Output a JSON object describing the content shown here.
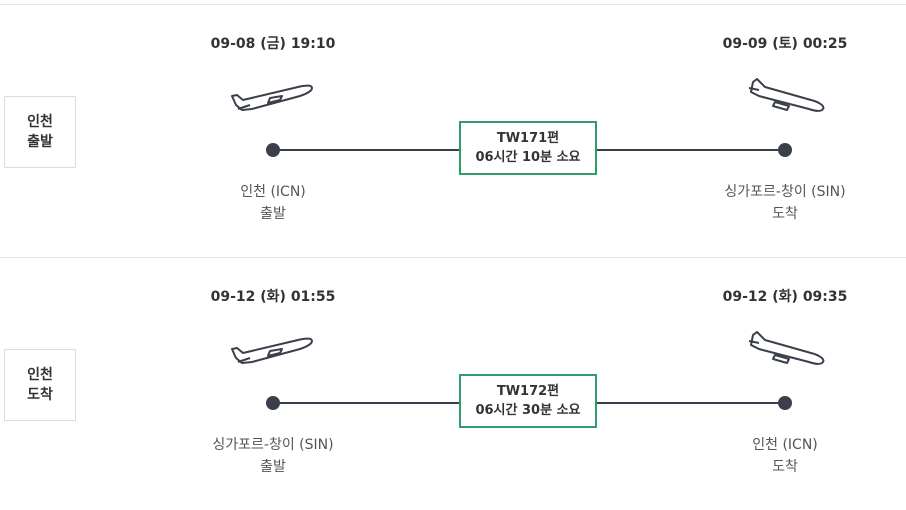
{
  "legs": [
    {
      "label_line1": "인천",
      "label_line2": "출발",
      "departure_time": "09-08 (금) 19:10",
      "arrival_time": "09-09 (토) 00:25",
      "flight_no": "TW171편",
      "duration": "06시간 10분 소요",
      "origin_name": "인천 (ICN)",
      "origin_action": "출발",
      "dest_name": "싱가포르-창이 (SIN)",
      "dest_action": "도착"
    },
    {
      "label_line1": "인천",
      "label_line2": "도착",
      "departure_time": "09-12 (화) 01:55",
      "arrival_time": "09-12 (화) 09:35",
      "flight_no": "TW172편",
      "duration": "06시간 30분 소요",
      "origin_name": "싱가포르-창이 (SIN)",
      "origin_action": "출발",
      "dest_name": "인천 (ICN)",
      "dest_action": "도착"
    }
  ],
  "colors": {
    "accent_border": "#2e9e6b",
    "track": "#3a3f4b",
    "plane_stroke": "#3a3f4b"
  },
  "icons": {
    "takeoff": "airplane-takeoff-icon",
    "landing": "airplane-landing-icon"
  }
}
